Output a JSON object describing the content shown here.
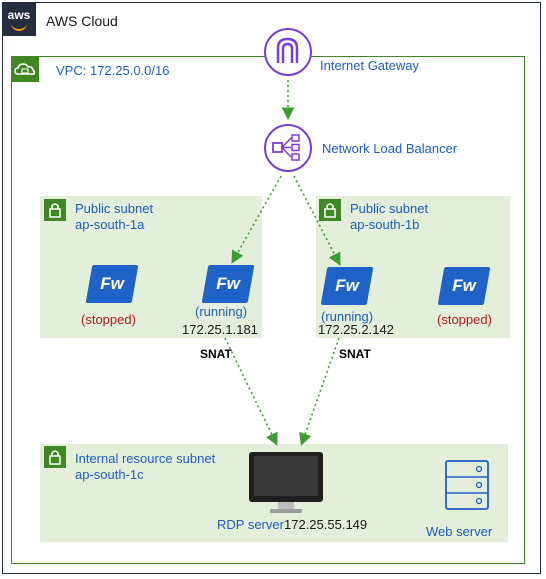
{
  "cloud": {
    "logo_text": "aws",
    "title": "AWS Cloud"
  },
  "vpc": {
    "title": "VPC: 172.25.0.0/16"
  },
  "gateway": {
    "label": "Internet Gateway"
  },
  "nlb": {
    "label": "Network Load Balancer"
  },
  "subnet_1a": {
    "line1": "Public subnet",
    "line2": "ap-south-1a"
  },
  "subnet_1b": {
    "line1": "Public subnet",
    "line2": "ap-south-1b"
  },
  "subnet_1c": {
    "line1": "Internal resource subnet",
    "line2": "ap-south-1c"
  },
  "firewalls": {
    "fw_1a_stopped": {
      "badge": "Fw",
      "status": "(stopped)"
    },
    "fw_1a_running": {
      "badge": "Fw",
      "status": "(running)",
      "ip": "172.25.1.181"
    },
    "fw_1b_running": {
      "badge": "Fw",
      "status": "(running)",
      "ip": "172.25.2.142"
    },
    "fw_1b_stopped": {
      "badge": "Fw",
      "status": "(stopped)"
    }
  },
  "snat_left": "SNAT",
  "snat_right": "SNAT",
  "rdp": {
    "label": "RDP server",
    "ip": "172.25.55.149"
  },
  "web": {
    "label": "Web server"
  },
  "colors": {
    "aws_dark": "#232f3e",
    "vpc_green": "#3f8624",
    "subnet_fill": "#e3eedb",
    "label_blue": "#1f5fbf",
    "fw_blue": "#1f63c9",
    "purple": "#7b3fd9",
    "stopped_red": "#b31d1d",
    "arrow_green": "#3f9c35"
  }
}
